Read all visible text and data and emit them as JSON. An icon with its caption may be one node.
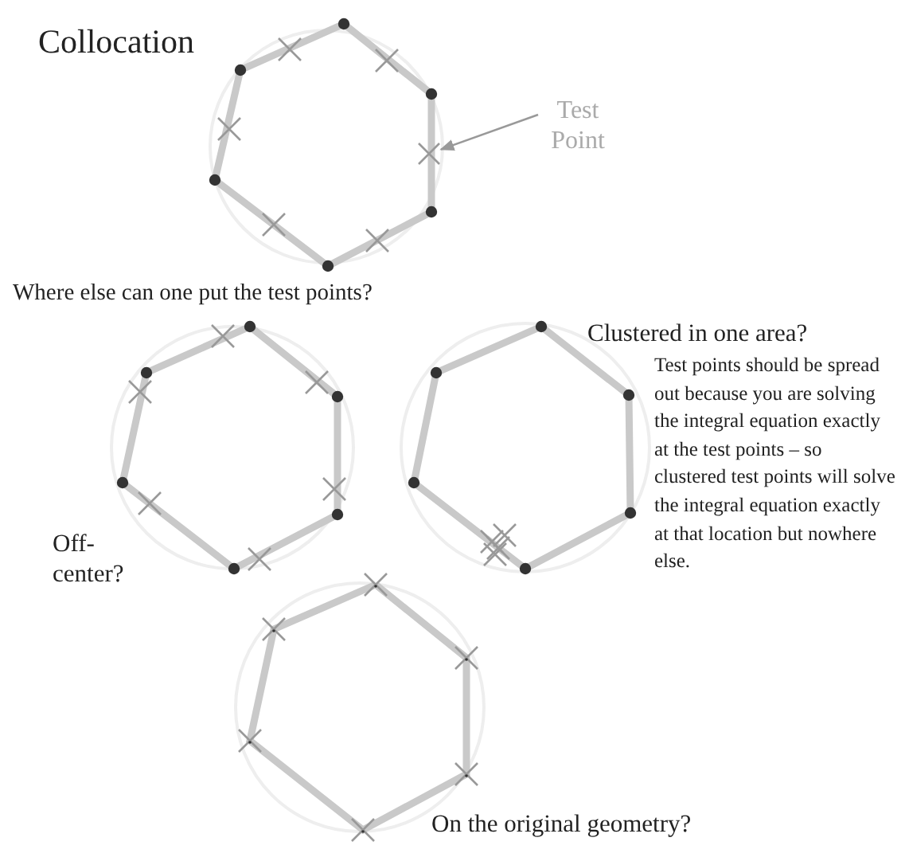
{
  "diagram": {
    "title": "Collocation",
    "nodes": [
      {
        "text": [
          "Test Point"
        ]
      },
      {
        "text": [],
        "shape": "cross"
      }
    ],
    "edges": [
      {
        "from": 0,
        "to": 1,
        "arrow": "to"
      }
    ],
    "labels": [
      "Where else can one put the test points?",
      "Clustered in one area?",
      "Test points should be spread out because you are solving the integral equation exactly at the test points – so clustered test points will solve the integral equation exactly at that location but nowhere else.",
      "Off-center?",
      "On the original geometry?"
    ]
  }
}
